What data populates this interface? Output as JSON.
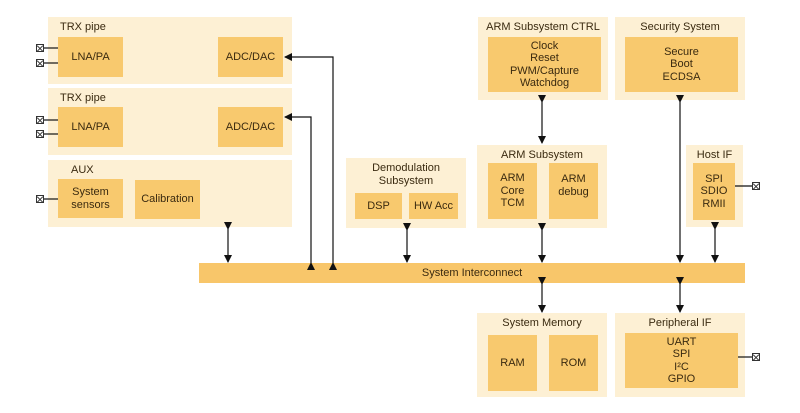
{
  "diagram": {
    "trx_pipe_1": {
      "title": "TRX pipe",
      "lna": "LNA/PA",
      "adc": "ADC/DAC"
    },
    "trx_pipe_2": {
      "title": "TRX pipe",
      "lna": "LNA/PA",
      "adc": "ADC/DAC"
    },
    "aux": {
      "title": "AUX",
      "sensors": [
        "System",
        "sensors"
      ],
      "calibration": "Calibration"
    },
    "demod": {
      "title": [
        "Demodulation",
        "Subsystem"
      ],
      "dsp": "DSP",
      "hwacc": "HW Acc"
    },
    "arm_ctrl": {
      "title": "ARM Subsystem CTRL",
      "items": [
        "Clock",
        "Reset",
        "PWM/Capture",
        "Watchdog"
      ]
    },
    "security": {
      "title": "Security System",
      "items": [
        "Secure",
        "Boot",
        "ECDSA"
      ]
    },
    "arm_subsystem": {
      "title": "ARM Subsystem",
      "core": [
        "ARM",
        "Core",
        "TCM"
      ],
      "debug": [
        "ARM",
        "debug"
      ]
    },
    "host_if": {
      "title": "Host IF",
      "items": [
        "SPI",
        "SDIO",
        "RMII"
      ]
    },
    "interconnect": {
      "label": "System Interconnect"
    },
    "system_memory": {
      "title": "System Memory",
      "ram": "RAM",
      "rom": "ROM"
    },
    "peripheral_if": {
      "title": "Peripheral IF",
      "items": [
        "UART",
        "SPI",
        "I²C",
        "GPIO"
      ]
    }
  },
  "colors": {
    "panel": "#fdf0d4",
    "block": "#f8c96e",
    "bus": "#f8c66a",
    "arrow": "#111111"
  }
}
